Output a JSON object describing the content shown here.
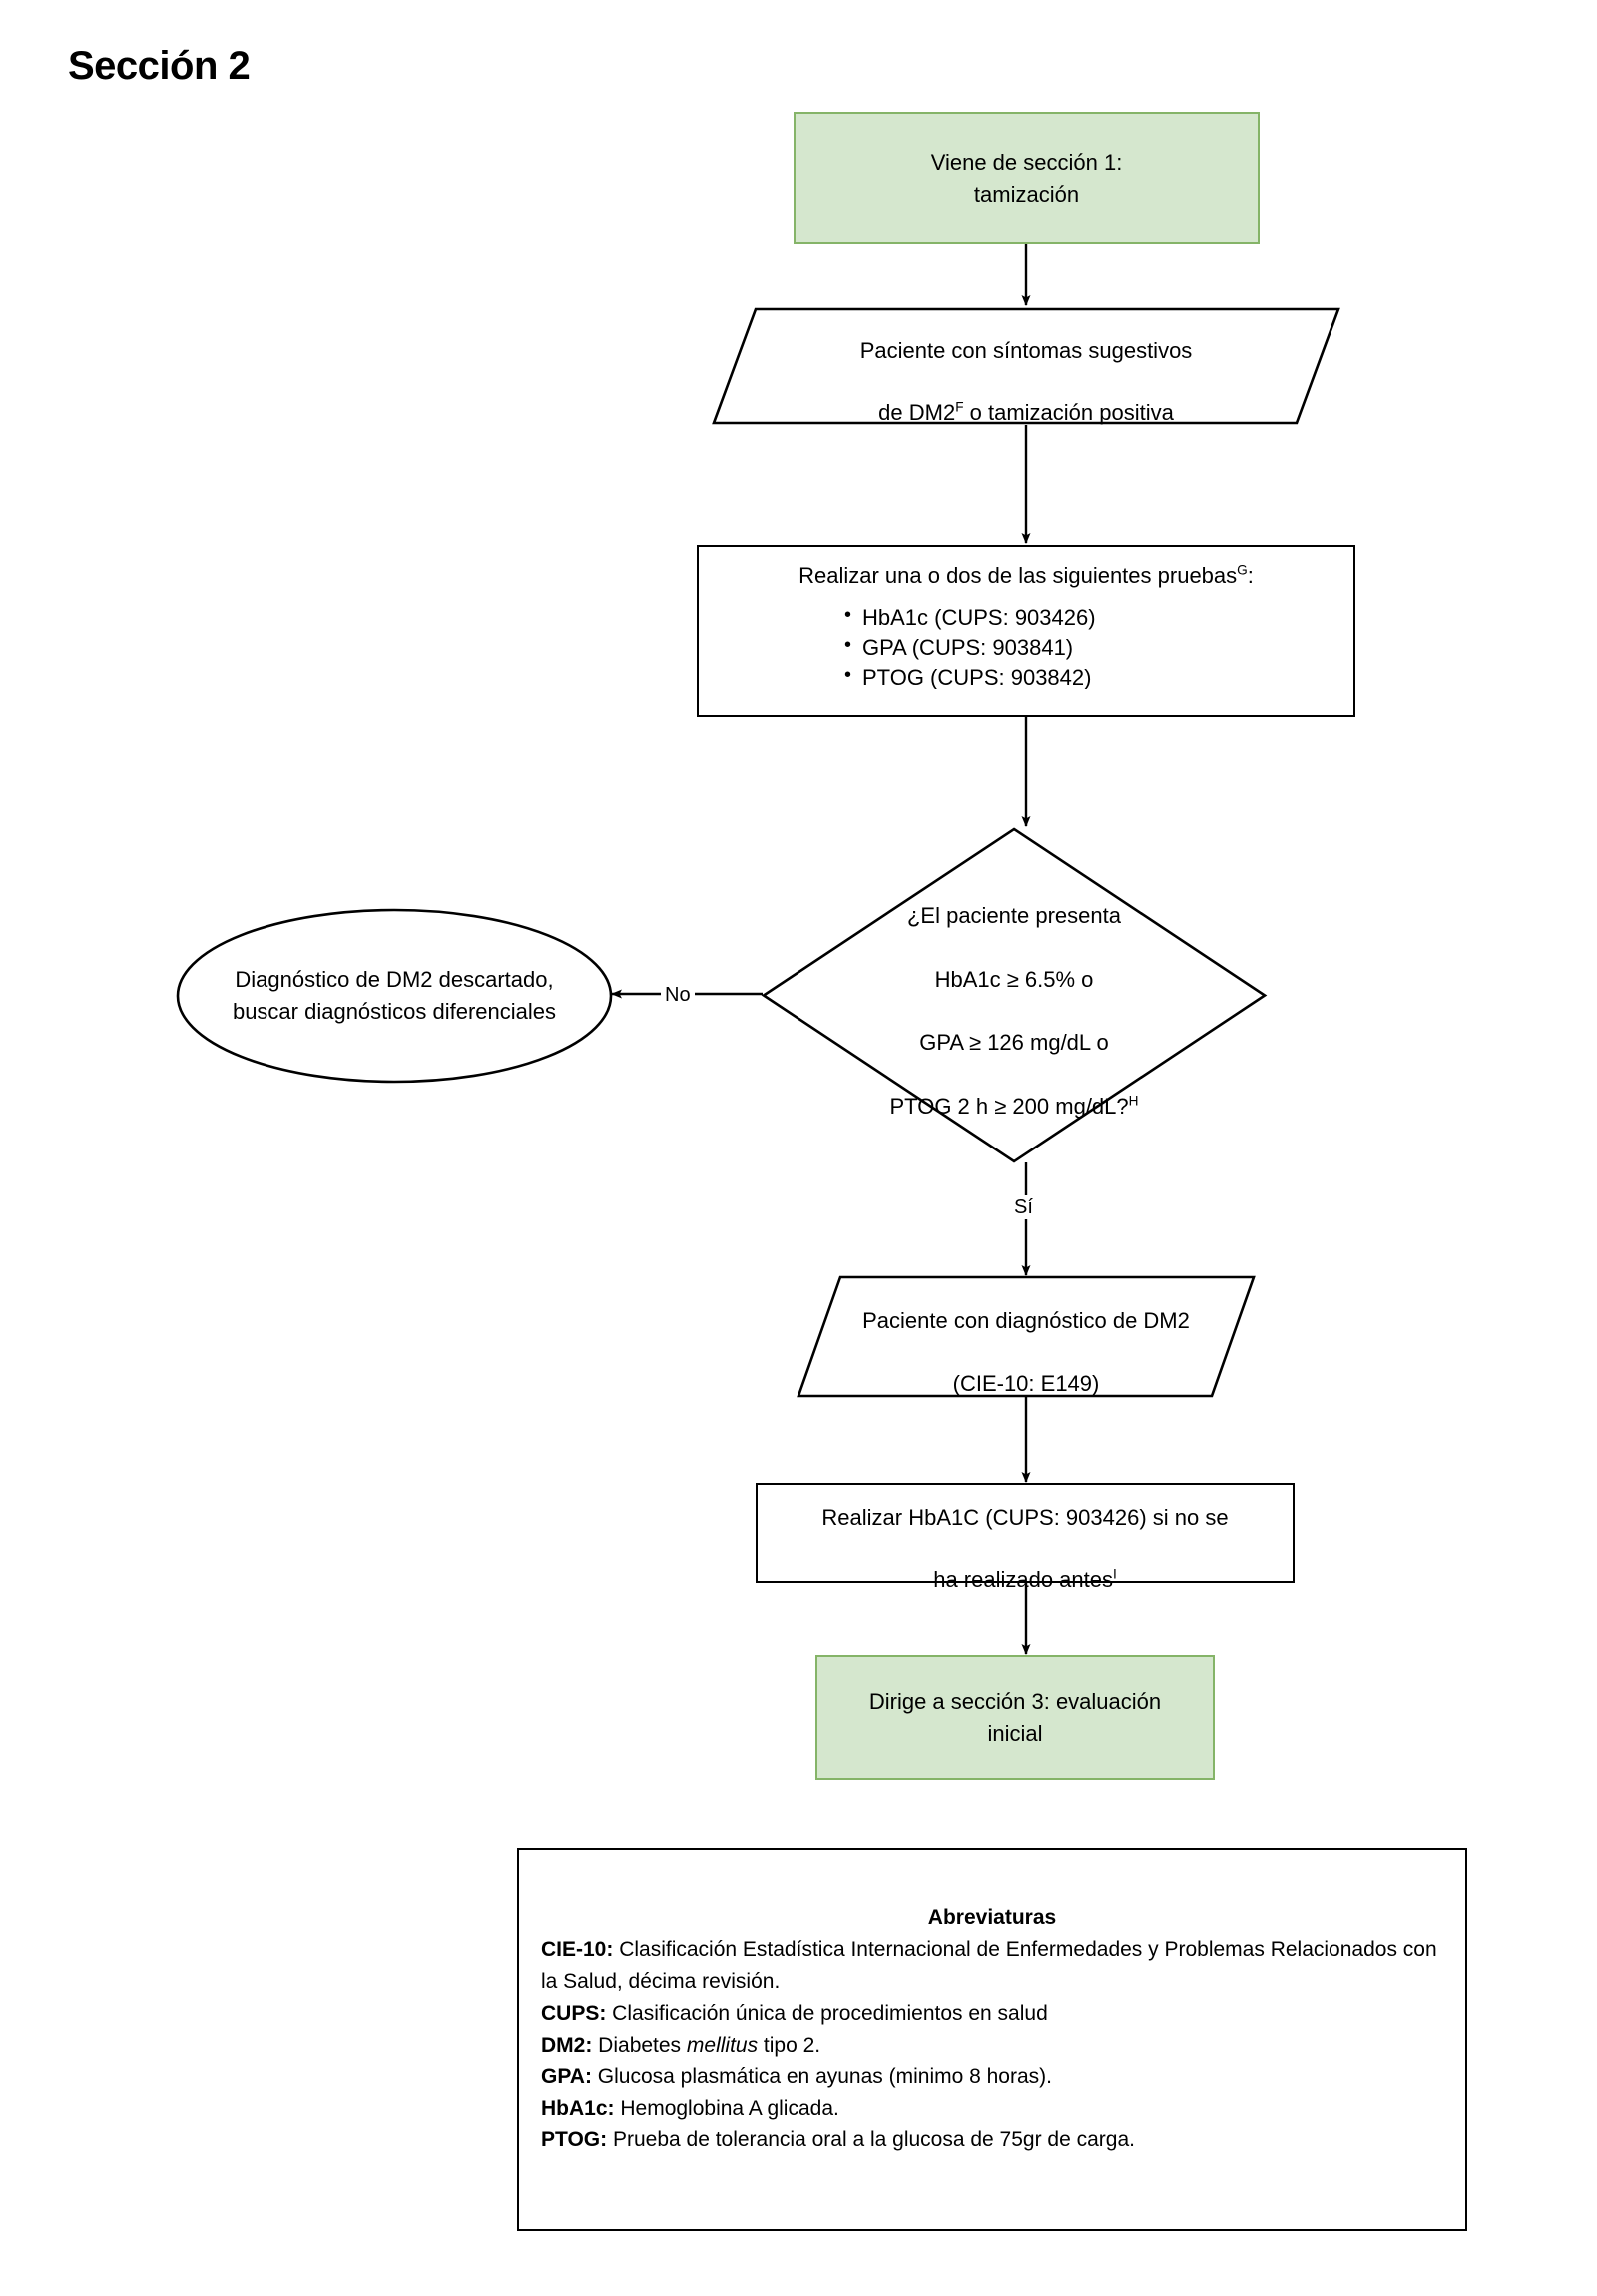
{
  "page": {
    "title": "Sección 2"
  },
  "flow": {
    "start_terminator": {
      "text": "Viene de sección 1:\ntamización",
      "shape": "rectangle-terminator",
      "fill": "#d5e7ce",
      "stroke": "#85b468"
    },
    "input_symptoms": {
      "line1": "Paciente con síntomas sugestivos",
      "line2_before": "de DM2",
      "line2_sup": "F",
      "line2_after": " o tamización positiva",
      "shape": "parallelogram"
    },
    "tests_process": {
      "heading_before": "Realizar una o dos de las siguientes pruebas",
      "heading_sup": "G",
      "heading_after": ":",
      "items": [
        "HbA1c (CUPS: 903426)",
        "GPA (CUPS: 903841)",
        "PTOG (CUPS: 903842)"
      ],
      "shape": "rectangle"
    },
    "decision": {
      "line1": "¿El paciente presenta",
      "line2": "HbA1c ≥ 6.5% o",
      "line3": "GPA ≥ 126 mg/dL o",
      "line4_before": "PTOG 2 h ≥ 200 mg/dL?",
      "line4_sup": "H",
      "shape": "diamond"
    },
    "decision_no_label": "No",
    "decision_yes_label": "Sí",
    "discard_ellipse": {
      "text": "Diagnóstico de DM2 descartado,\nbuscar diagnósticos diferenciales",
      "shape": "ellipse"
    },
    "diagnosis_io": {
      "line1": "Paciente con diagnóstico de DM2",
      "line2": "(CIE-10: E149)",
      "shape": "parallelogram"
    },
    "hba1c_process": {
      "line1": "Realizar HbA1C  (CUPS: 903426) si no se",
      "line2_before": "ha realizado antes",
      "line2_sup": "I",
      "shape": "rectangle"
    },
    "end_terminator": {
      "text": "Dirige a sección 3: evaluación\ninicial",
      "shape": "rectangle-terminator",
      "fill": "#d5e7ce",
      "stroke": "#85b468"
    }
  },
  "abbreviations": {
    "title": "Abreviaturas",
    "entries": [
      {
        "term": "CIE-10:",
        "definition": " Clasificación Estadística Internacional de Enfermedades y Problemas Relacionados con la Salud, décima revisión."
      },
      {
        "term": "CUPS:",
        "definition": " Clasificación única de procedimientos en salud"
      },
      {
        "term": "DM2:",
        "definition_pre": " Diabetes ",
        "definition_italic": "mellitus",
        "definition_post": " tipo 2."
      },
      {
        "term": "GPA:",
        "definition": " Glucosa plasmática en ayunas (minimo 8 horas)."
      },
      {
        "term": "HbA1c:",
        "definition": " Hemoglobina A glicada."
      },
      {
        "term": "PTOG:",
        "definition": " Prueba de tolerancia oral a la glucosa de 75gr de carga."
      }
    ]
  }
}
